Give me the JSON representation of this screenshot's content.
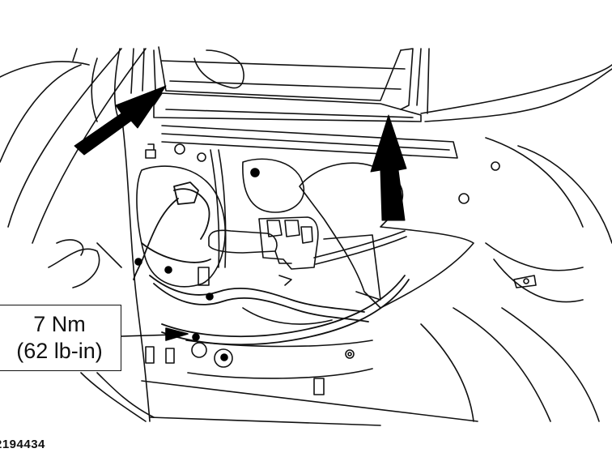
{
  "callout": {
    "torque_metric": "7 Nm",
    "torque_imperial": "(62 lb-in)"
  },
  "figure": {
    "id": "2194434"
  },
  "colors": {
    "line": "#111111",
    "background": "#ffffff",
    "fill_dark": "#000000"
  }
}
